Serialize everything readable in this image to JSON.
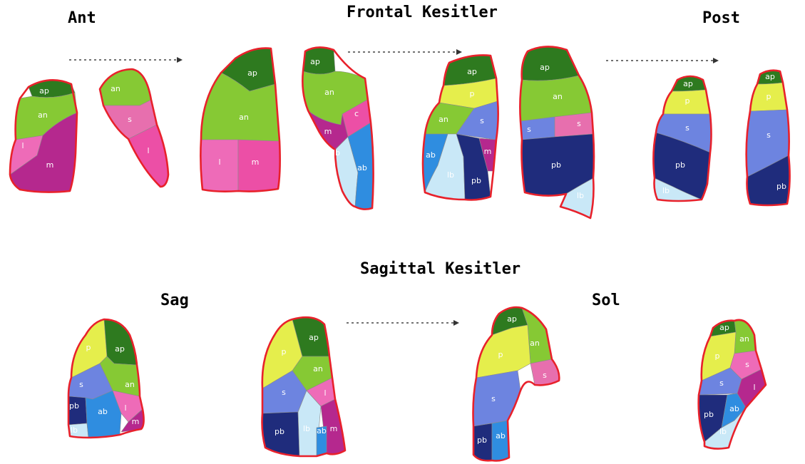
{
  "headers": {
    "ant": "Ant",
    "frontal": "Frontal Kesitler",
    "post": "Post",
    "sagittal": "Sagittal Kesitler",
    "sag": "Sag",
    "sol": "Sol"
  },
  "colors": {
    "ap": "#2e7a1f",
    "an": "#86c934",
    "p": "#e5ee4c",
    "s": "#e76fae",
    "s_blue": "#6d84e0",
    "l": "#ee6bb8",
    "m": "#b5288e",
    "c": "#ec4fa6",
    "ab": "#2f8de0",
    "lb": "#c9e8f7",
    "pb": "#1f2c7c",
    "outline": "#e8212b"
  },
  "labels": {
    "ap": "ap",
    "an": "an",
    "p": "p",
    "s": "s",
    "l": "l",
    "m": "m",
    "c": "c",
    "ab": "ab",
    "lb": "lb",
    "pb": "pb"
  }
}
